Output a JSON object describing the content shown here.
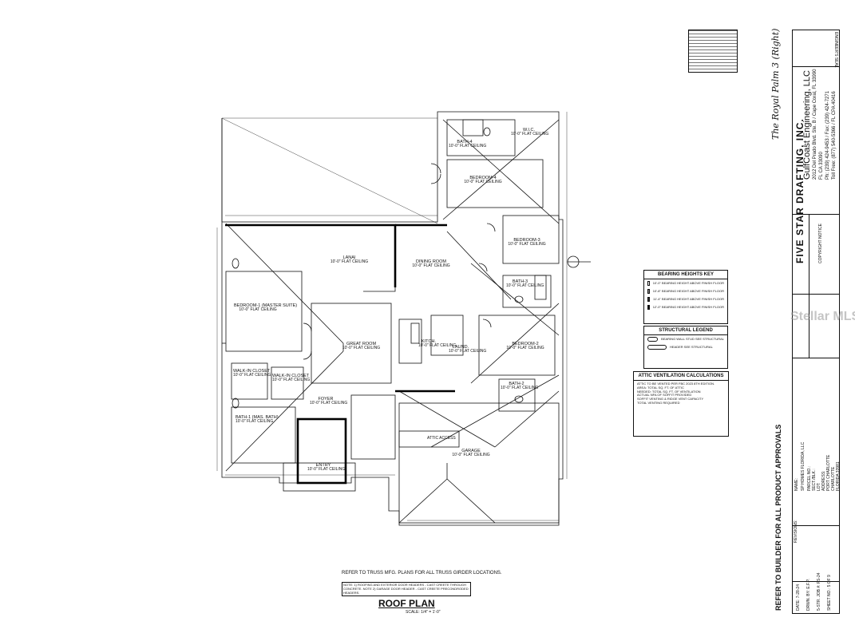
{
  "plan": {
    "title": "ROOF PLAN",
    "scale": "SCALE: 1/4\" = 1'-0\"",
    "note_truss": "REFER TO TRUSS MFG. PLANS FOR ALL TRUSS GIRDER LOCATIONS.",
    "note_box": "NOTE: 1) ROOFING AND EXTERIOR DOOR HEADERS - CAST CREETE THROUGH CONCRETE. NOTE 2) GARAGE DOOR HEADER - CAST CREETE PRECONDRODED HEADERS.",
    "attic_access": "ATTIC ACCESS",
    "vert_note": "REFER TO BUILDER FOR ALL PRODUCT APPROVALS"
  },
  "rooms": [
    {
      "name": "BATH-4",
      "ceil": "10'-0\" FLAT CEILING"
    },
    {
      "name": "W.I.C.",
      "ceil": "10'-0\" FLAT CEILING"
    },
    {
      "name": "BEDROOM-4",
      "ceil": "10'-0\" FLAT CEILING"
    },
    {
      "name": "BEDROOM-3",
      "ceil": "10'-0\" FLAT CEILING"
    },
    {
      "name": "LANAI",
      "ceil": "10'-0\" FLAT CEILING"
    },
    {
      "name": "DINING ROOM",
      "ceil": "10'-0\" FLAT CEILING"
    },
    {
      "name": "BEDROOM-1 (MASTER SUITE)",
      "ceil": "10'-0\" FLAT CEILING"
    },
    {
      "name": "GREAT ROOM",
      "ceil": "10'-0\" FLAT CEILING"
    },
    {
      "name": "KITCH.",
      "ceil": "10'-0\" FLAT CEILING"
    },
    {
      "name": "LAUND.",
      "ceil": "10'-0\" FLAT CEILING"
    },
    {
      "name": "BATH-3",
      "ceil": "10'-0\" FLAT CEILING"
    },
    {
      "name": "BEDROOM-2",
      "ceil": "10'-0\" FLAT CEILING"
    },
    {
      "name": "WALK-IN CLOSET",
      "ceil": "10'-0\" FLAT CEILING"
    },
    {
      "name": "WALK-IN CLOSET",
      "ceil": "10'-0\" FLAT CEILING"
    },
    {
      "name": "BATH-2",
      "ceil": "10'-0\" FLAT CEILING"
    },
    {
      "name": "BATH-1 (MAS. BATH)",
      "ceil": "10'-0\" FLAT CEILING"
    },
    {
      "name": "FOYER",
      "ceil": "10'-0\" FLAT CEILING"
    },
    {
      "name": "ENTRY",
      "ceil": "10'-0\" FLAT CEILING"
    },
    {
      "name": "GARAGE",
      "ceil": "10'-0\" FLAT CEILING"
    }
  ],
  "bearing_key": {
    "title": "BEARING HEIGHTS KEY",
    "rows": [
      "10'-0\" BEARING HEIGHT ABOVE FINISH FLOOR",
      "10'-8\" BEARING HEIGHT ABOVE FINISH FLOOR",
      "11'-4\" BEARING HEIGHT ABOVE FINISH FLOOR",
      "12'-0\" BEARING HEIGHT ABOVE FINISH FLOOR"
    ]
  },
  "structural_legend": {
    "title": "STRUCTURAL LEGEND",
    "rows": [
      "BEARING WALL STUD SEE STRUCTURAL",
      "HEADER SEE STRUCTURAL"
    ]
  },
  "attic": {
    "title": "ATTIC VENTILATION CALCULATIONS",
    "lines": [
      "ATTIC TO BE VENTED PER FBC 2023 8TH EDITION.",
      "AREA: TOTAL SQ. FT. OF ATTIC",
      "NEEDED: TOTAL SQ. FT. OF VENTILATION",
      "ACTUAL NFA OF SOFFIT PROVIDED",
      "SOFFIT VENTING & RIDGE VENT CAPACITY",
      "TOTAL VENTING REQUIRED"
    ]
  },
  "title_block": {
    "firm": "FIVE STAR DRAFTING, INC.",
    "engineering": "GulfCoast Engineering, LLC",
    "eng_addr": "2012 Del Prado Blvd. Ste. B / Cape Coral, FL 33990",
    "eng_lic": "FL CA 33090",
    "eng_ph": "Ph: (239) 424-9453 / Fax: (239) 424-7271",
    "eng_toll": "Toll Free: (877) 540-5366 / FL CPA 40416",
    "model": "The Royal Palm 3 (Right)",
    "engineers_seal": "ENGINEER'S SEAL",
    "copyright": "COPYRIGHT NOTICE",
    "revisions": "REVISIONS:",
    "date_label": "DATE:",
    "date_val": "7-28-24",
    "drwn_label": "DRWN. BY:",
    "drwn_val": "E.F.P.",
    "job_label": "5-STR. JOB #:",
    "job_val": "FS-24",
    "sheet_label": "SHEET NO.:",
    "sheet_val": "5 OF 9",
    "name_label": "NAME:",
    "name_val": "SP HOMES FLORIDA, LLC",
    "parcel_label": "PARCEL NO.:",
    "sect_label": "SECT./BLK.:",
    "lot_label": "LOT:",
    "address_label": "ADDRESS:",
    "address_val": "PORT CHARLOTTE",
    "county_label": "COUNTY:",
    "county_val": "CHARLOTTE",
    "state_label": "STATE ZIP:",
    "state_val": "FLORIDA 33981"
  },
  "watermark": "Stellar MLS"
}
